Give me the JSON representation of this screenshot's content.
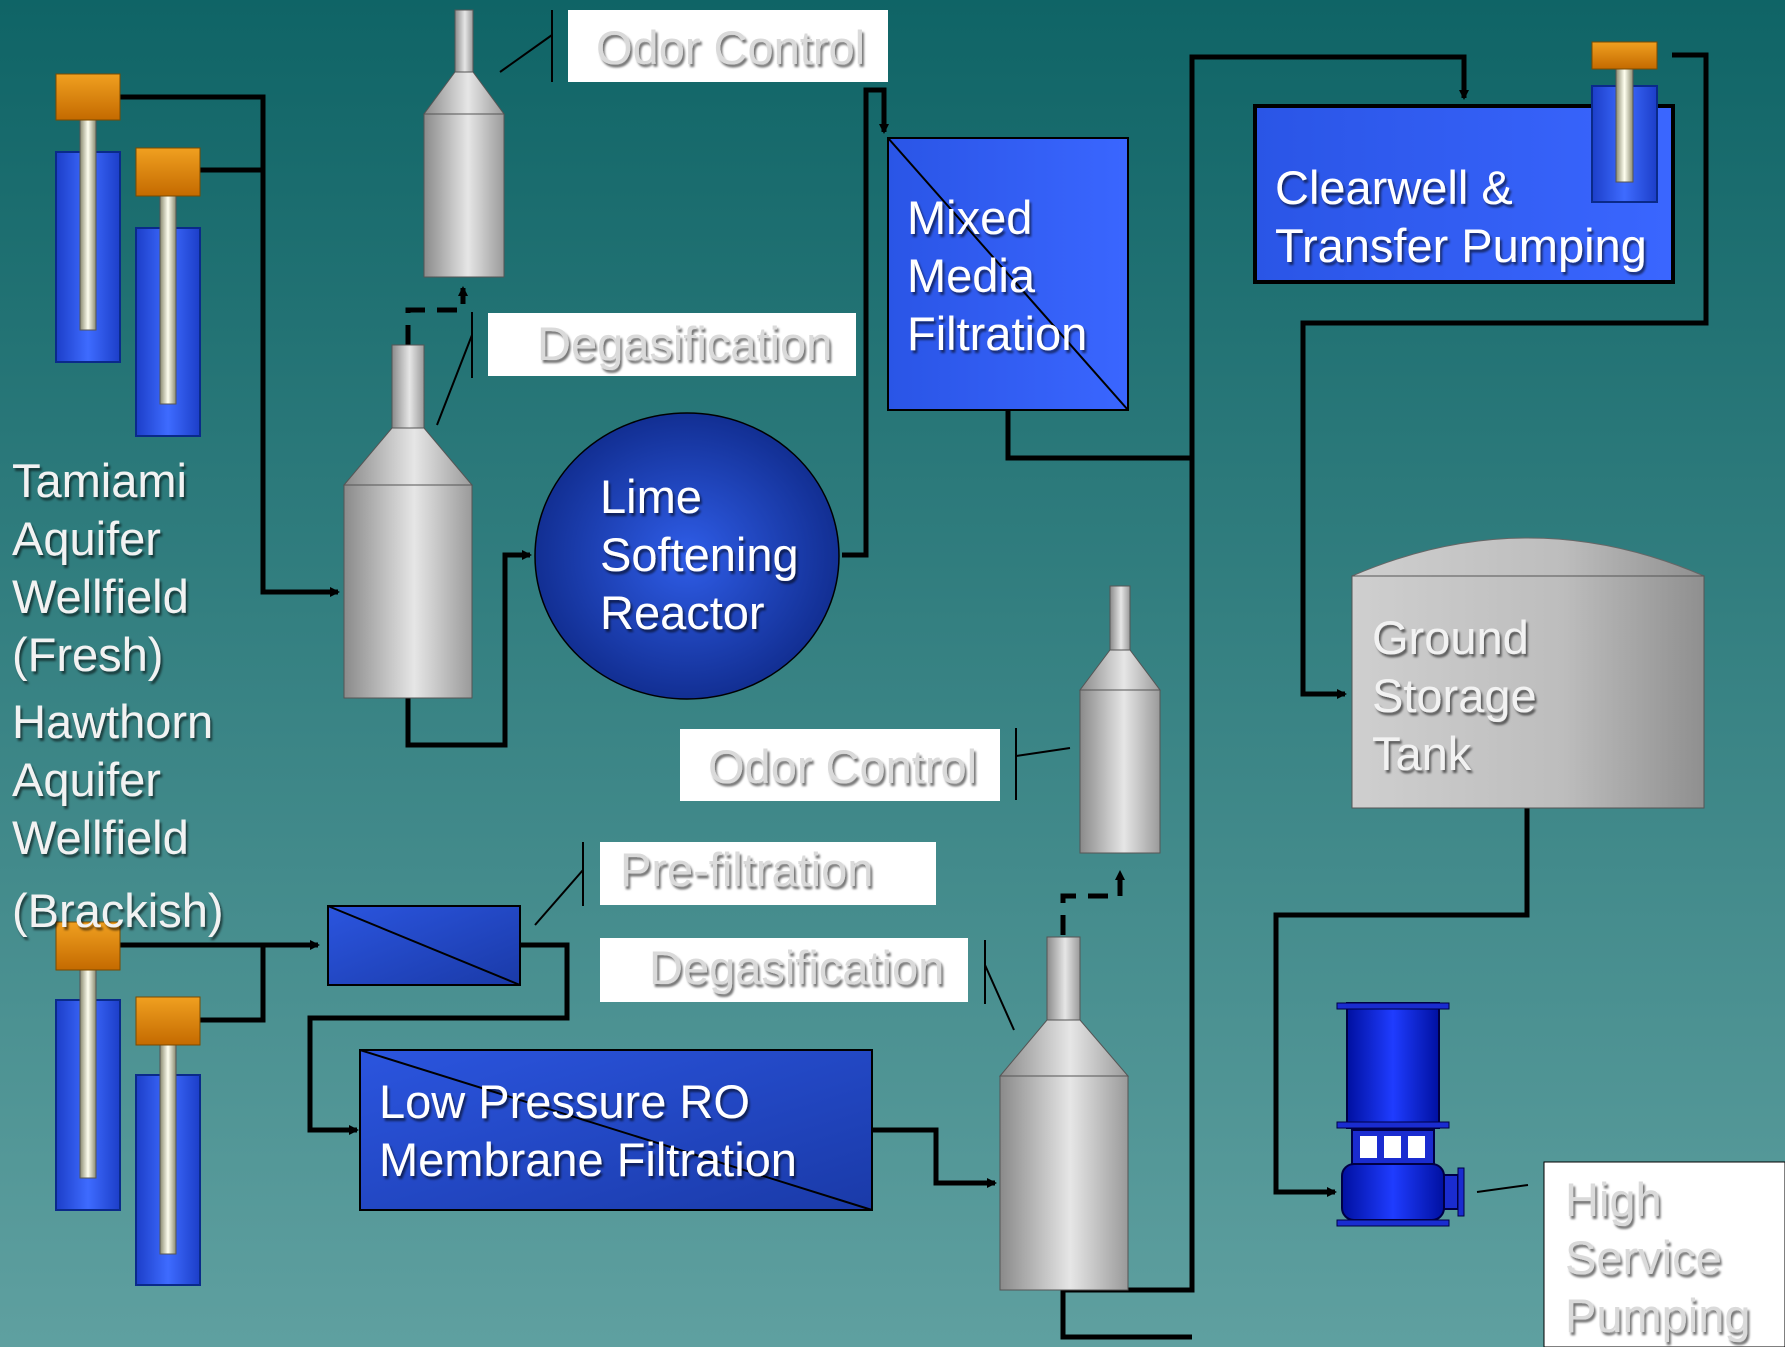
{
  "labels": {
    "tamiami": [
      "Tamiami",
      "Aquifer",
      "Wellfield",
      "(Fresh)"
    ],
    "hawthorn": [
      "Hawthorn",
      "Aquifer",
      "Wellfield",
      "(Brackish)"
    ],
    "odor_control_top": "Odor Control",
    "degasification_top": "Degasification",
    "lime_softening": [
      "Lime",
      "Softening",
      "Reactor"
    ],
    "mixed_media": [
      "Mixed",
      "Media",
      "Filtration"
    ],
    "clearwell": [
      "Clearwell &",
      "Transfer Pumping"
    ],
    "ground_storage": [
      "Ground",
      "Storage",
      "Tank"
    ],
    "odor_control_bottom": "Odor Control",
    "prefiltration": "Pre-filtration",
    "degasification_bottom": "Degasification",
    "ro_membrane": [
      "Low Pressure RO",
      "Membrane Filtration"
    ],
    "high_service": [
      "High",
      "Service",
      "Pumping"
    ]
  },
  "colors": {
    "background_top": "#0f6466",
    "background_bottom": "#5fa0a0",
    "equipment_blue": "#2f5bf0",
    "equipment_blue_dark": "#1a3bb0",
    "pipe": "#000000",
    "wellhead": "#e8900a",
    "tank_grey": "#b0b0b0",
    "label_box": "#ffffff"
  },
  "icons": {
    "well": "well-icon",
    "vessel": "vessel-icon",
    "pump": "pump-icon",
    "tank": "tank-icon"
  }
}
